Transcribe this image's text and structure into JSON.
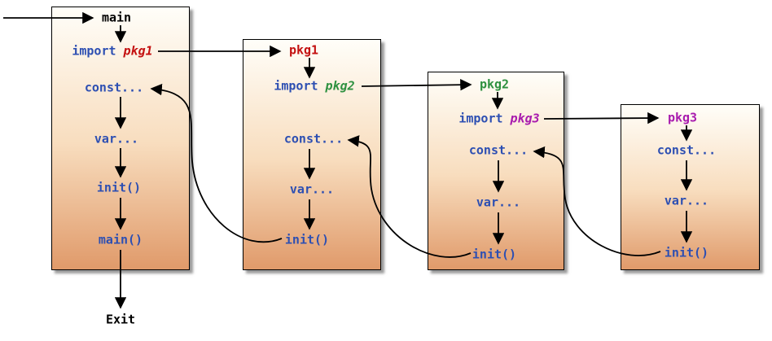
{
  "colors": {
    "code_blue": "#2d4fb2",
    "pkg1_red": "#c41111",
    "pkg2_green": "#2e9140",
    "pkg3_magenta": "#a81bae",
    "title_black": "#000000",
    "arrow_black": "#000000",
    "box_top": "#fffef9",
    "box_bottom": "#e09a6a"
  },
  "boxes": {
    "main": {
      "title": "main",
      "import_keyword": "import",
      "import_target": "pkg1",
      "const_label": "const...",
      "var_label": "var...",
      "init_label": "init()",
      "main_label": "main()"
    },
    "pkg1": {
      "title": "pkg1",
      "import_keyword": "import",
      "import_target": "pkg2",
      "const_label": "const...",
      "var_label": "var...",
      "init_label": "init()"
    },
    "pkg2": {
      "title": "pkg2",
      "import_keyword": "import",
      "import_target": "pkg3",
      "const_label": "const...",
      "var_label": "var...",
      "init_label": "init()"
    },
    "pkg3": {
      "title": "pkg3",
      "const_label": "const...",
      "var_label": "var...",
      "init_label": "init()"
    }
  },
  "exit_label": "Exit"
}
